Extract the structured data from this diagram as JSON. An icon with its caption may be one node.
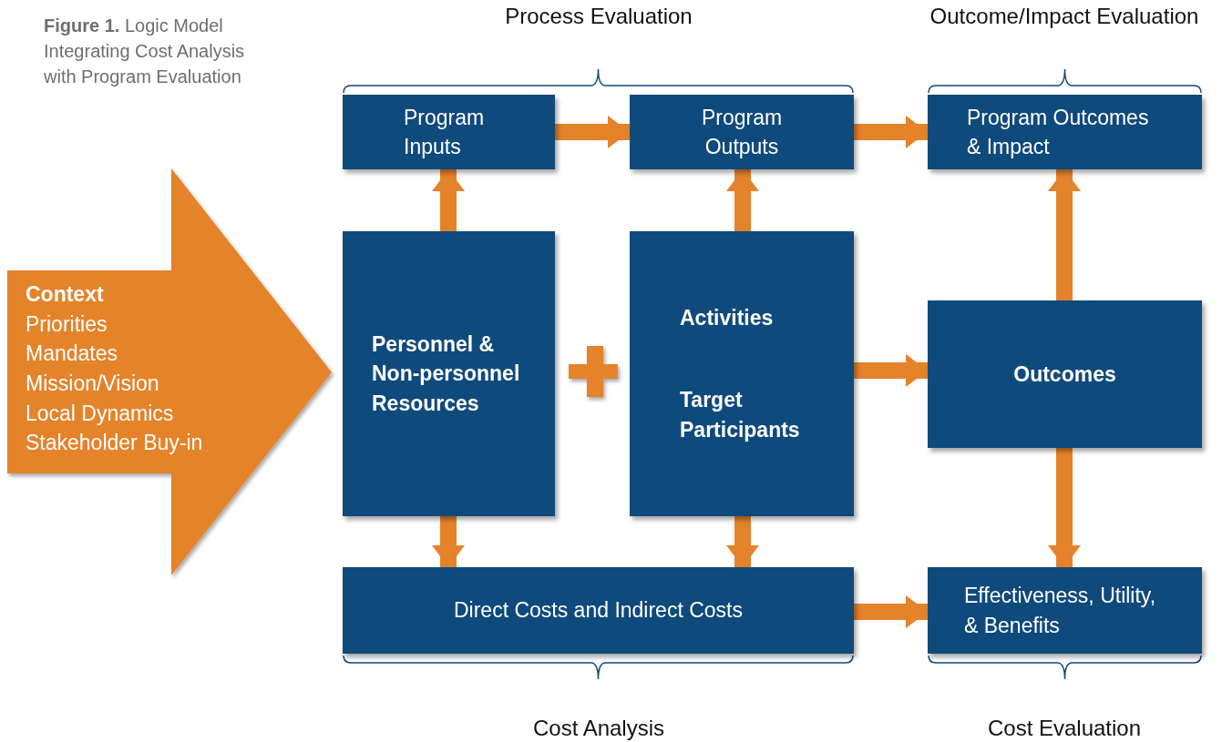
{
  "diagram": {
    "title": "**Figure 1.** Logic Model Integrating Cost Analysis with Program Evaluation",
    "nodes": [
      {
        "text": [
          "Context",
          "Priorities",
          "Mandates",
          "Mission/Vision",
          "Local Dynamics",
          "Stakeholder Buy-in"
        ]
      },
      {
        "text": [
          "Program Inputs"
        ]
      },
      {
        "text": [
          "Program Outputs"
        ]
      },
      {
        "text": [
          "Program Outcomes & Impact"
        ]
      },
      {
        "text": [
          "Personnel & Non-personnel Resources"
        ]
      },
      {
        "text": [
          "Activities",
          "Target Participants"
        ]
      },
      {
        "text": [
          "Outcomes"
        ]
      },
      {
        "text": [
          "Direct Costs and Indirect Costs"
        ]
      },
      {
        "text": [
          "Effectiveness, Utility, & Benefits"
        ]
      }
    ],
    "edges": [
      {
        "from": 1,
        "to": 2,
        "arrow": "to"
      },
      {
        "from": 2,
        "to": 3,
        "arrow": "to"
      },
      {
        "from": 4,
        "to": 1,
        "arrow": "to"
      },
      {
        "from": 5,
        "to": 2,
        "arrow": "to"
      },
      {
        "from": 5,
        "to": 6,
        "arrow": "to"
      },
      {
        "from": 6,
        "to": 3,
        "arrow": "to"
      },
      {
        "from": 6,
        "to": 8,
        "arrow": "to"
      },
      {
        "from": 4,
        "to": 7,
        "arrow": "to"
      },
      {
        "from": 5,
        "to": 7,
        "arrow": "to"
      },
      {
        "from": 7,
        "to": 8,
        "arrow": "to"
      }
    ],
    "labels": [
      "Process Evaluation",
      "Outcome/Impact Evaluation",
      "Cost Analysis",
      "Cost Evaluation"
    ]
  }
}
